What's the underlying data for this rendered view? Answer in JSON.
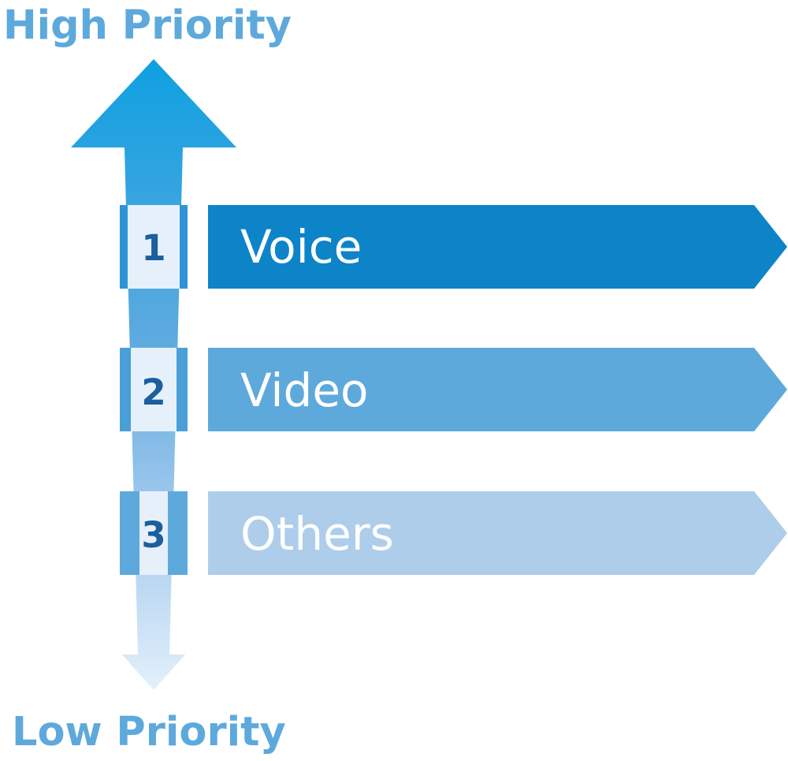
{
  "titles": {
    "high": "High Priority",
    "low": "Low Priority"
  },
  "priorities": [
    {
      "rank": "1",
      "label": "Voice",
      "color": "#0e84c8"
    },
    {
      "rank": "2",
      "label": "Video",
      "color": "#5ea9dc"
    },
    {
      "rank": "3",
      "label": "Others",
      "color": "#aecdea"
    }
  ],
  "colors": {
    "title": "#5ea9dc",
    "arrow_top": "#0fa0e0",
    "arrow_bottom": "#e3f0fb",
    "rank_number": "#1b5f9e",
    "rank_box": "#e6f0fa"
  }
}
